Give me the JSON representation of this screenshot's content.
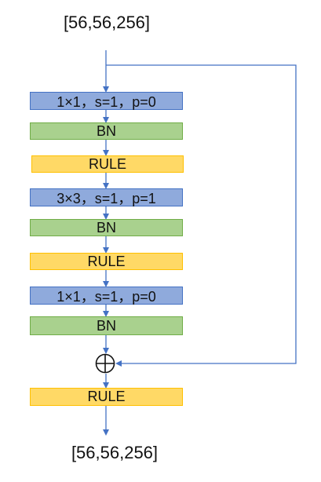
{
  "input_shape": "[56,56,256]",
  "output_shape": "[56,56,256]",
  "blocks": {
    "conv1": "1×1，s=1，p=0",
    "bn1": "BN",
    "rule1": "RULE",
    "conv2": "3×3，s=1，p=1",
    "bn2": "BN",
    "rule2": "RULE",
    "conv3": "1×1，s=1，p=0",
    "bn3": "BN",
    "rule_out": "RULE"
  },
  "colors": {
    "conv_fill": "#8faadc",
    "conv_border": "#4472c4",
    "bn_fill": "#a9d18e",
    "bn_border": "#70ad47",
    "rule_fill": "#ffd966",
    "rule_border": "#ffc000",
    "arrow": "#4472c4"
  },
  "icons": {
    "add_node": "circled-plus-icon"
  }
}
